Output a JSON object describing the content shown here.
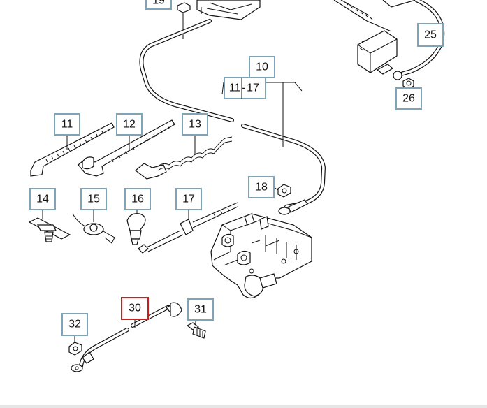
{
  "diagram": {
    "callouts": {
      "c19": "19",
      "c25": "25",
      "c26": "26",
      "c10": "10",
      "c11_17_a": "11",
      "c11_17_b": "17",
      "c11": "11",
      "c12": "12",
      "c13": "13",
      "c14": "14",
      "c15": "15",
      "c16": "16",
      "c17": "17",
      "c18": "18",
      "c30": "30",
      "c31": "31",
      "c32": "32"
    },
    "colors": {
      "callout_border": "#7fa3b7",
      "highlight_border": "#c81e1e",
      "line": "#111111",
      "background": "#ffffff"
    }
  }
}
